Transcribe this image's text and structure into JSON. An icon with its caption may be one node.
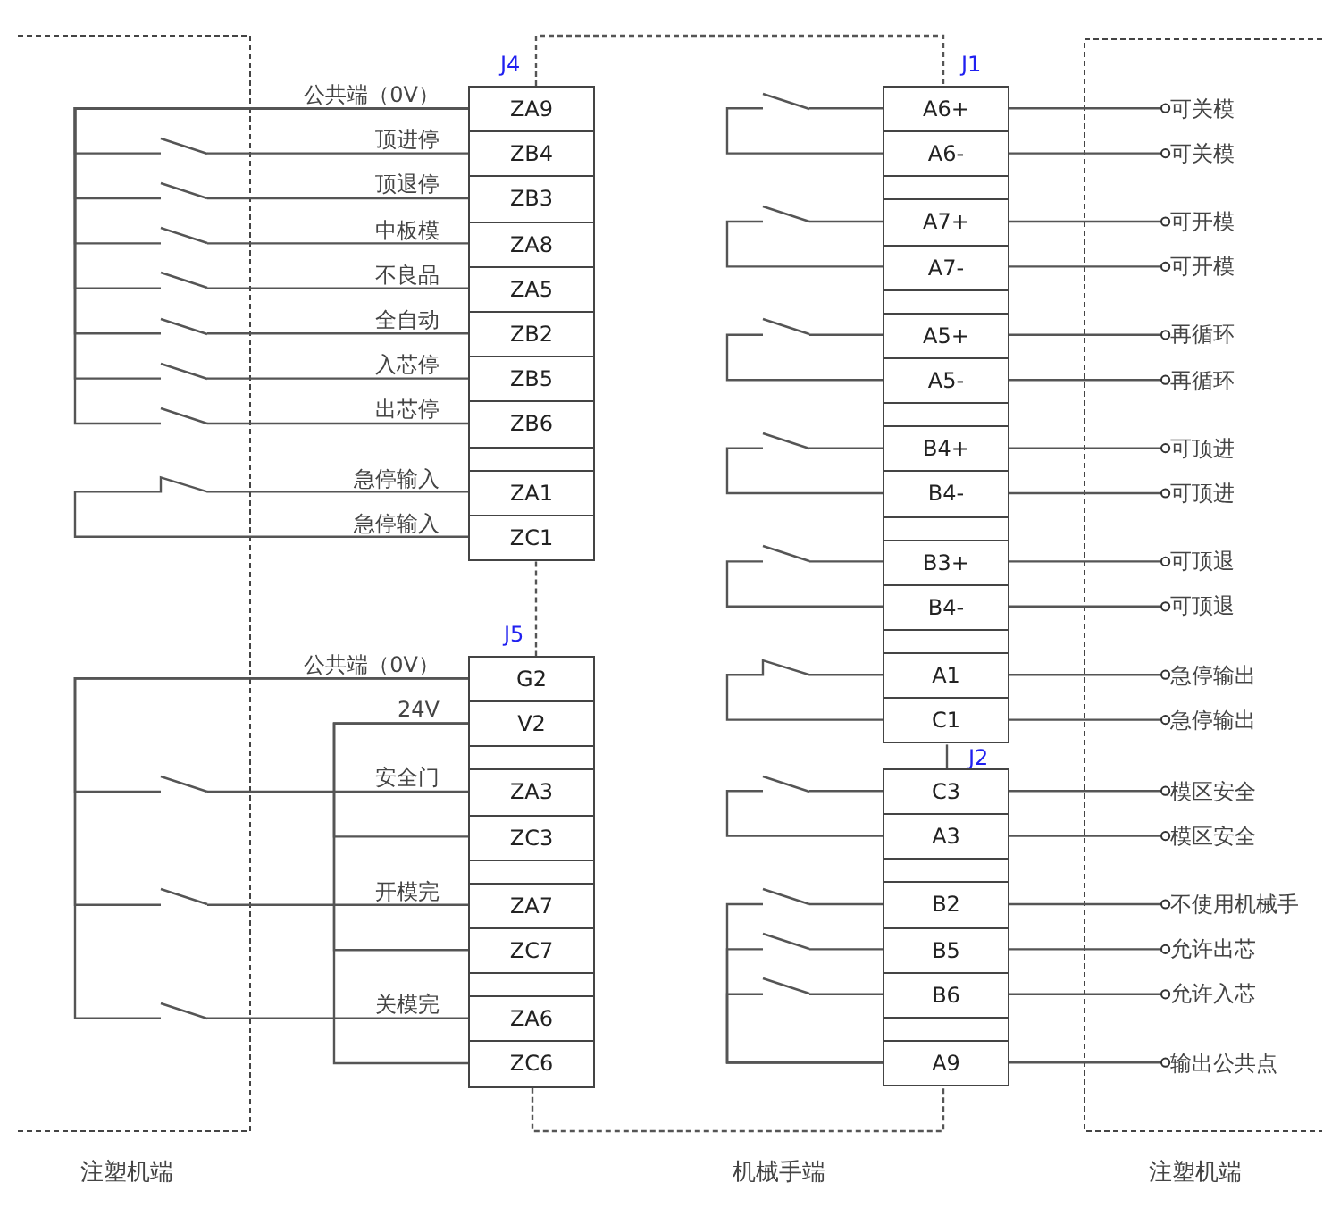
{
  "diagram": {
    "nodes": [
      {
        "text": [
          "J4"
        ]
      },
      {
        "text": [
          "ZA9"
        ],
        "in": 0,
        "beside": [
          "公共端（0V）"
        ]
      },
      {
        "text": [
          "ZB4"
        ],
        "in": 0,
        "beside": [
          "顶进停"
        ]
      },
      {
        "text": [
          "ZB3"
        ],
        "in": 0,
        "beside": [
          "顶退停"
        ]
      },
      {
        "text": [
          "ZA8"
        ],
        "in": 0,
        "beside": [
          "中板模"
        ]
      },
      {
        "text": [
          "ZA5"
        ],
        "in": 0,
        "beside": [
          "不良品"
        ]
      },
      {
        "text": [
          "ZB2"
        ],
        "in": 0,
        "beside": [
          "全自动"
        ]
      },
      {
        "text": [
          "ZB5"
        ],
        "in": 0,
        "beside": [
          "入芯停"
        ]
      },
      {
        "text": [
          "ZB6"
        ],
        "in": 0,
        "beside": [
          "出芯停"
        ]
      },
      {
        "text": [],
        "shape": "box",
        "in": 0
      },
      {
        "text": [
          "ZA1"
        ],
        "in": 0,
        "beside": [
          "急停输入"
        ]
      },
      {
        "text": [
          "ZC1"
        ],
        "in": 0,
        "beside": [
          "急停输入"
        ]
      },
      {
        "text": [
          "J1"
        ]
      },
      {
        "text": [
          "A6+"
        ],
        "in": 12
      },
      {
        "text": [
          "A6-"
        ],
        "in": 12
      },
      {
        "text": [],
        "shape": "box",
        "in": 12
      },
      {
        "text": [
          "A7+"
        ],
        "in": 12
      },
      {
        "text": [
          "A7-"
        ],
        "in": 12
      },
      {
        "text": [],
        "shape": "box",
        "in": 12
      },
      {
        "text": [
          "A5+"
        ],
        "in": 12
      },
      {
        "text": [
          "A5-"
        ],
        "in": 12
      },
      {
        "text": [],
        "shape": "box",
        "in": 12
      },
      {
        "text": [
          "B4+"
        ],
        "in": 12
      },
      {
        "text": [
          "B4-"
        ],
        "in": 12
      },
      {
        "text": [],
        "shape": "box",
        "in": 12
      },
      {
        "text": [
          "B3+"
        ],
        "in": 12
      },
      {
        "text": [
          "B4-"
        ],
        "in": 12
      },
      {
        "text": [],
        "shape": "box",
        "in": 12
      },
      {
        "text": [
          "A1"
        ],
        "in": 12
      },
      {
        "text": [
          "C1"
        ],
        "in": 12
      },
      {
        "text": [
          "J5"
        ]
      },
      {
        "text": [
          "G2"
        ],
        "in": 30,
        "beside": [
          "公共端（0V）"
        ]
      },
      {
        "text": [
          "V2"
        ],
        "in": 30,
        "beside": [
          "24V"
        ]
      },
      {
        "text": [],
        "shape": "box",
        "in": 30
      },
      {
        "text": [
          "ZA3"
        ],
        "in": 30,
        "beside": [
          "安全门"
        ]
      },
      {
        "text": [
          "ZC3"
        ],
        "in": 30
      },
      {
        "text": [],
        "shape": "box",
        "in": 30
      },
      {
        "text": [
          "ZA7"
        ],
        "in": 30,
        "beside": [
          "开模完"
        ]
      },
      {
        "text": [
          "ZC7"
        ],
        "in": 30
      },
      {
        "text": [],
        "shape": "box",
        "in": 30
      },
      {
        "text": [
          "ZA6"
        ],
        "in": 30,
        "beside": [
          "关模完"
        ]
      },
      {
        "text": [
          "ZC6"
        ],
        "in": 30
      },
      {
        "text": [
          "J2"
        ]
      },
      {
        "text": [
          "C3"
        ],
        "in": 42
      },
      {
        "text": [
          "A3"
        ],
        "in": 42
      },
      {
        "text": [],
        "shape": "box",
        "in": 42
      },
      {
        "text": [
          "B2"
        ],
        "in": 42
      },
      {
        "text": [
          "B5"
        ],
        "in": 42
      },
      {
        "text": [
          "B6"
        ],
        "in": 42
      },
      {
        "text": [],
        "shape": "box",
        "in": 42
      },
      {
        "text": [
          "A9"
        ],
        "in": 42
      },
      {
        "text": [
          "可关模"
        ]
      },
      {
        "text": [
          "可关模"
        ]
      },
      {
        "text": [
          "可开模"
        ]
      },
      {
        "text": [
          "可开模"
        ]
      },
      {
        "text": [
          "再循环"
        ]
      },
      {
        "text": [
          "再循环"
        ]
      },
      {
        "text": [
          "可顶进"
        ]
      },
      {
        "text": [
          "可顶进"
        ]
      },
      {
        "text": [
          "可顶退"
        ]
      },
      {
        "text": [
          "可顶退"
        ]
      },
      {
        "text": [
          "急停输出"
        ]
      },
      {
        "text": [
          "急停输出"
        ]
      },
      {
        "text": [
          "模区安全"
        ]
      },
      {
        "text": [
          "模区安全"
        ]
      },
      {
        "text": [
          "不使用机械手"
        ]
      },
      {
        "text": [
          "允许出芯"
        ]
      },
      {
        "text": [
          "允许入芯"
        ]
      },
      {
        "text": [
          "输出公共点"
        ]
      },
      {
        "text": [],
        "shape": "switch"
      },
      {
        "text": [],
        "shape": "switch"
      },
      {
        "text": [],
        "shape": "switch"
      },
      {
        "text": [],
        "shape": "switch"
      },
      {
        "text": [],
        "shape": "switch"
      },
      {
        "text": [],
        "shape": "switch"
      },
      {
        "text": [],
        "shape": "switch"
      },
      {
        "text": [],
        "shape": "switch"
      },
      {
        "text": [],
        "shape": "switch"
      },
      {
        "text": [],
        "shape": "switch"
      },
      {
        "text": [],
        "shape": "switch"
      },
      {
        "text": [],
        "shape": "switch"
      },
      {
        "text": [],
        "shape": "switch"
      },
      {
        "text": [],
        "shape": "switch"
      },
      {
        "text": [],
        "shape": "switch"
      },
      {
        "text": [],
        "shape": "switch"
      },
      {
        "text": [],
        "shape": "switch"
      },
      {
        "text": [],
        "shape": "switch"
      },
      {
        "text": [],
        "shape": "switch"
      }
    ],
    "edges": [
      {
        "from": 1,
        "to": 69,
        "arrow": "none"
      },
      {
        "from": 1,
        "to": 70,
        "arrow": "none"
      },
      {
        "from": 1,
        "to": 71,
        "arrow": "none"
      },
      {
        "from": 1,
        "to": 72,
        "arrow": "none"
      },
      {
        "from": 1,
        "to": 73,
        "arrow": "none"
      },
      {
        "from": 1,
        "to": 74,
        "arrow": "none"
      },
      {
        "from": 1,
        "to": 75,
        "arrow": "none"
      },
      {
        "from": 69,
        "to": 2,
        "arrow": "none"
      },
      {
        "from": 70,
        "to": 3,
        "arrow": "none"
      },
      {
        "from": 71,
        "to": 4,
        "arrow": "none"
      },
      {
        "from": 72,
        "to": 5,
        "arrow": "none"
      },
      {
        "from": 73,
        "to": 6,
        "arrow": "none"
      },
      {
        "from": 74,
        "to": 7,
        "arrow": "none"
      },
      {
        "from": 75,
        "to": 8,
        "arrow": "none"
      },
      {
        "from": 11,
        "to": 10,
        "arrow": "none"
      },
      {
        "from": 14,
        "to": 76,
        "arrow": "none"
      },
      {
        "from": 76,
        "to": 13,
        "arrow": "none"
      },
      {
        "from": 17,
        "to": 77,
        "arrow": "none"
      },
      {
        "from": 77,
        "to": 16,
        "arrow": "none"
      },
      {
        "from": 20,
        "to": 78,
        "arrow": "none"
      },
      {
        "from": 78,
        "to": 19,
        "arrow": "none"
      },
      {
        "from": 23,
        "to": 79,
        "arrow": "none"
      },
      {
        "from": 79,
        "to": 22,
        "arrow": "none"
      },
      {
        "from": 26,
        "to": 80,
        "arrow": "none"
      },
      {
        "from": 80,
        "to": 25,
        "arrow": "none"
      },
      {
        "from": 29,
        "to": 28,
        "arrow": "none"
      },
      {
        "from": 31,
        "to": 81,
        "arrow": "none"
      },
      {
        "from": 31,
        "to": 82,
        "arrow": "none"
      },
      {
        "from": 31,
        "to": 83,
        "arrow": "none"
      },
      {
        "from": 81,
        "to": 34,
        "arrow": "none"
      },
      {
        "from": 82,
        "to": 37,
        "arrow": "none"
      },
      {
        "from": 83,
        "to": 40,
        "arrow": "none"
      },
      {
        "from": 32,
        "to": 35,
        "arrow": "none"
      },
      {
        "from": 32,
        "to": 38,
        "arrow": "none"
      },
      {
        "from": 32,
        "to": 41,
        "arrow": "none"
      },
      {
        "from": 44,
        "to": 84,
        "arrow": "none"
      },
      {
        "from": 84,
        "to": 43,
        "arrow": "none"
      },
      {
        "from": 50,
        "to": 85,
        "arrow": "none"
      },
      {
        "from": 50,
        "to": 86,
        "arrow": "none"
      },
      {
        "from": 50,
        "to": 87,
        "arrow": "none"
      },
      {
        "from": 85,
        "to": 46,
        "arrow": "none"
      },
      {
        "from": 86,
        "to": 47,
        "arrow": "none"
      },
      {
        "from": 87,
        "to": 48,
        "arrow": "none"
      },
      {
        "from": 13,
        "to": 51,
        "arrow": "other"
      },
      {
        "from": 14,
        "to": 52,
        "arrow": "other"
      },
      {
        "from": 16,
        "to": 53,
        "arrow": "other"
      },
      {
        "from": 17,
        "to": 54,
        "arrow": "other"
      },
      {
        "from": 19,
        "to": 55,
        "arrow": "other"
      },
      {
        "from": 20,
        "to": 56,
        "arrow": "other"
      },
      {
        "from": 22,
        "to": 57,
        "arrow": "other"
      },
      {
        "from": 23,
        "to": 58,
        "arrow": "other"
      },
      {
        "from": 25,
        "to": 59,
        "arrow": "other"
      },
      {
        "from": 26,
        "to": 60,
        "arrow": "other"
      },
      {
        "from": 28,
        "to": 61,
        "arrow": "other"
      },
      {
        "from": 29,
        "to": 62,
        "arrow": "other"
      },
      {
        "from": 43,
        "to": 63,
        "arrow": "other"
      },
      {
        "from": 44,
        "to": 64,
        "arrow": "other"
      },
      {
        "from": 46,
        "to": 65,
        "arrow": "other"
      },
      {
        "from": 47,
        "to": 66,
        "arrow": "other"
      },
      {
        "from": 48,
        "to": 67,
        "arrow": "other"
      },
      {
        "from": 50,
        "to": 68,
        "arrow": "other"
      },
      {
        "from": 0,
        "to": 12,
        "arrow": "none",
        "style": "dashed"
      },
      {
        "from": 0,
        "to": 30,
        "arrow": "none",
        "style": "dashed"
      },
      {
        "from": 30,
        "to": 42,
        "arrow": "none",
        "style": "dashed"
      },
      {
        "from": 12,
        "to": 42,
        "arrow": "none"
      }
    ],
    "labels": [
      "注塑机端",
      "机械手端",
      "注塑机端"
    ]
  }
}
